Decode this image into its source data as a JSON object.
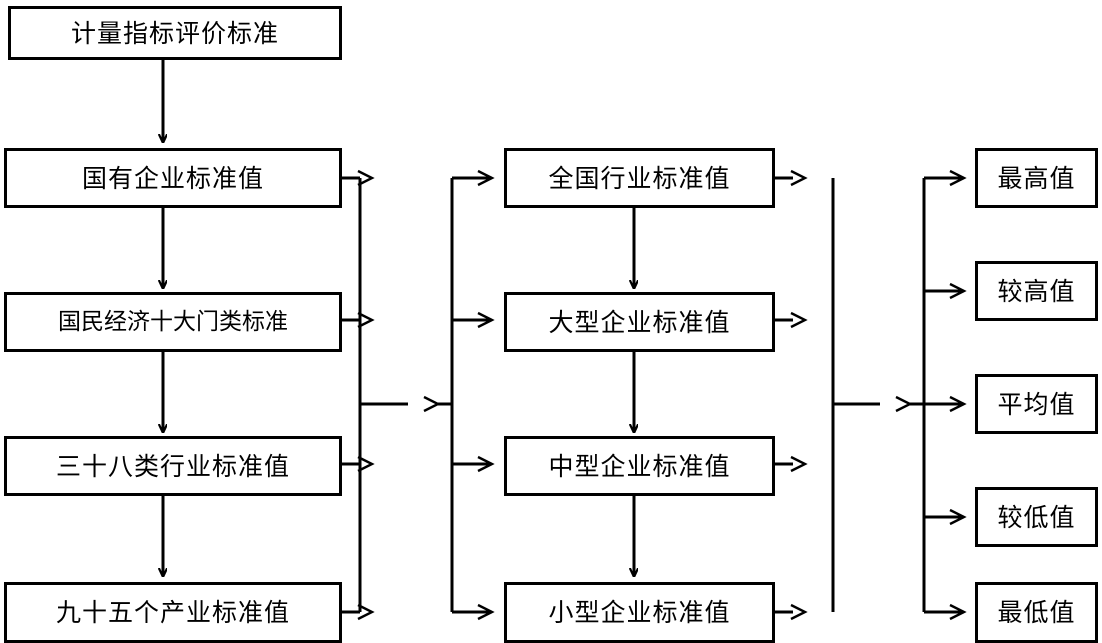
{
  "diagram": {
    "title": "计量指标评价标准",
    "type": "flowchart",
    "nodes": {
      "root": {
        "label": "计量指标评价标准"
      },
      "col1": [
        {
          "label": "国有企业标准值"
        },
        {
          "label": "国民经济十大门类标准"
        },
        {
          "label": "三十八类行业标准值"
        },
        {
          "label": "九十五个产业标准值"
        }
      ],
      "col2": [
        {
          "label": "全国行业标准值"
        },
        {
          "label": "大型企业标准值"
        },
        {
          "label": "中型企业标准值"
        },
        {
          "label": "小型企业标准值"
        }
      ],
      "col3": [
        {
          "label": "最高值"
        },
        {
          "label": "较高值"
        },
        {
          "label": "平均值"
        },
        {
          "label": "较低值"
        },
        {
          "label": "最低值"
        }
      ]
    },
    "colors": {
      "stroke": "#000000",
      "fill": "#ffffff",
      "text": "#000000"
    }
  }
}
